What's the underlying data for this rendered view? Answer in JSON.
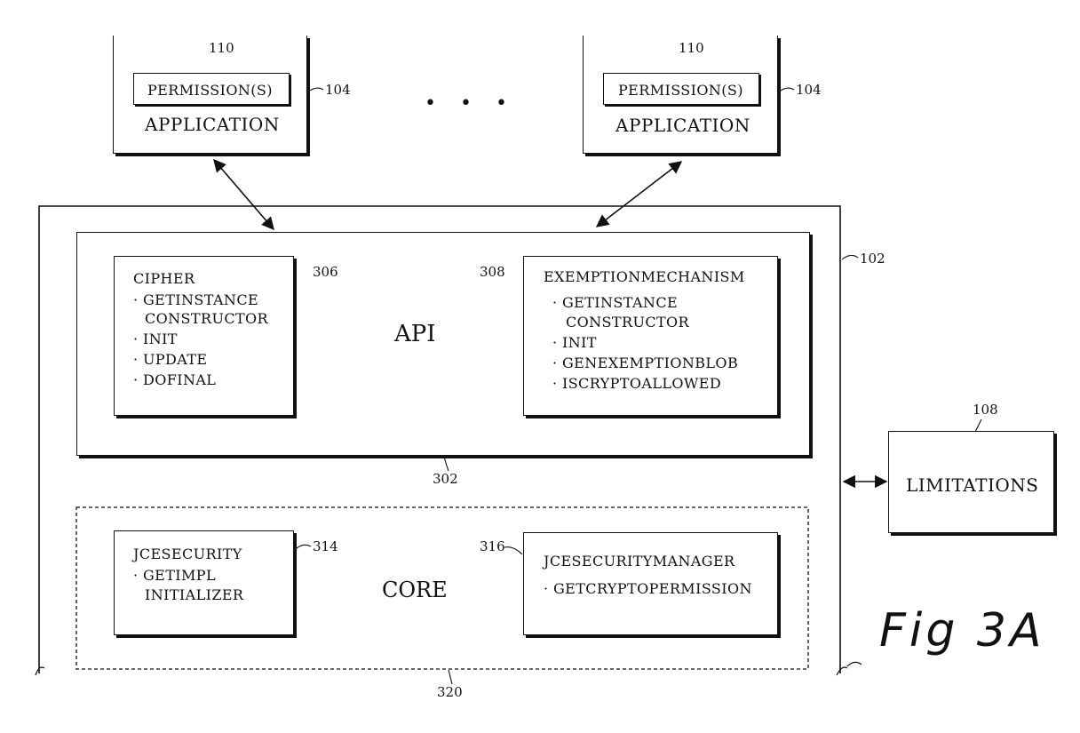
{
  "apps": [
    {
      "ref": "104",
      "perm_ref": "110",
      "perm_label": "PERMISSION(S)",
      "label": "APPLICATION"
    },
    {
      "ref": "104",
      "perm_ref": "110",
      "perm_label": "PERMISSION(S)",
      "label": "APPLICATION"
    }
  ],
  "ellipsis": "• • •",
  "framework_ref": "102",
  "api": {
    "ref": "302",
    "label": "API",
    "cipher": {
      "ref": "306",
      "title": "CIPHER",
      "items": [
        "· GETINSTANCE",
        "CONSTRUCTOR",
        "· INIT",
        "· UPDATE",
        "· DOFINAL"
      ]
    },
    "exemption": {
      "ref": "308",
      "title": "EXEMPTIONMECHANISM",
      "items": [
        "· GETINSTANCE",
        "CONSTRUCTOR",
        "· INIT",
        "· GENEXEMPTIONBLOB",
        "· ISCRYPTOALLOWED"
      ]
    }
  },
  "core": {
    "ref": "320",
    "label": "CORE",
    "jcesecurity": {
      "ref": "314",
      "title": "JCESECURITY",
      "items": [
        "· GETIMPL",
        "INITIALIZER"
      ]
    },
    "manager": {
      "ref": "316",
      "title": "JCESECURITYMANAGER",
      "items": [
        "· GETCRYPTOPERMISSION"
      ]
    }
  },
  "limitations": {
    "ref": "108",
    "label": "LIMITATIONS"
  },
  "figure_label": "Fig 3A"
}
